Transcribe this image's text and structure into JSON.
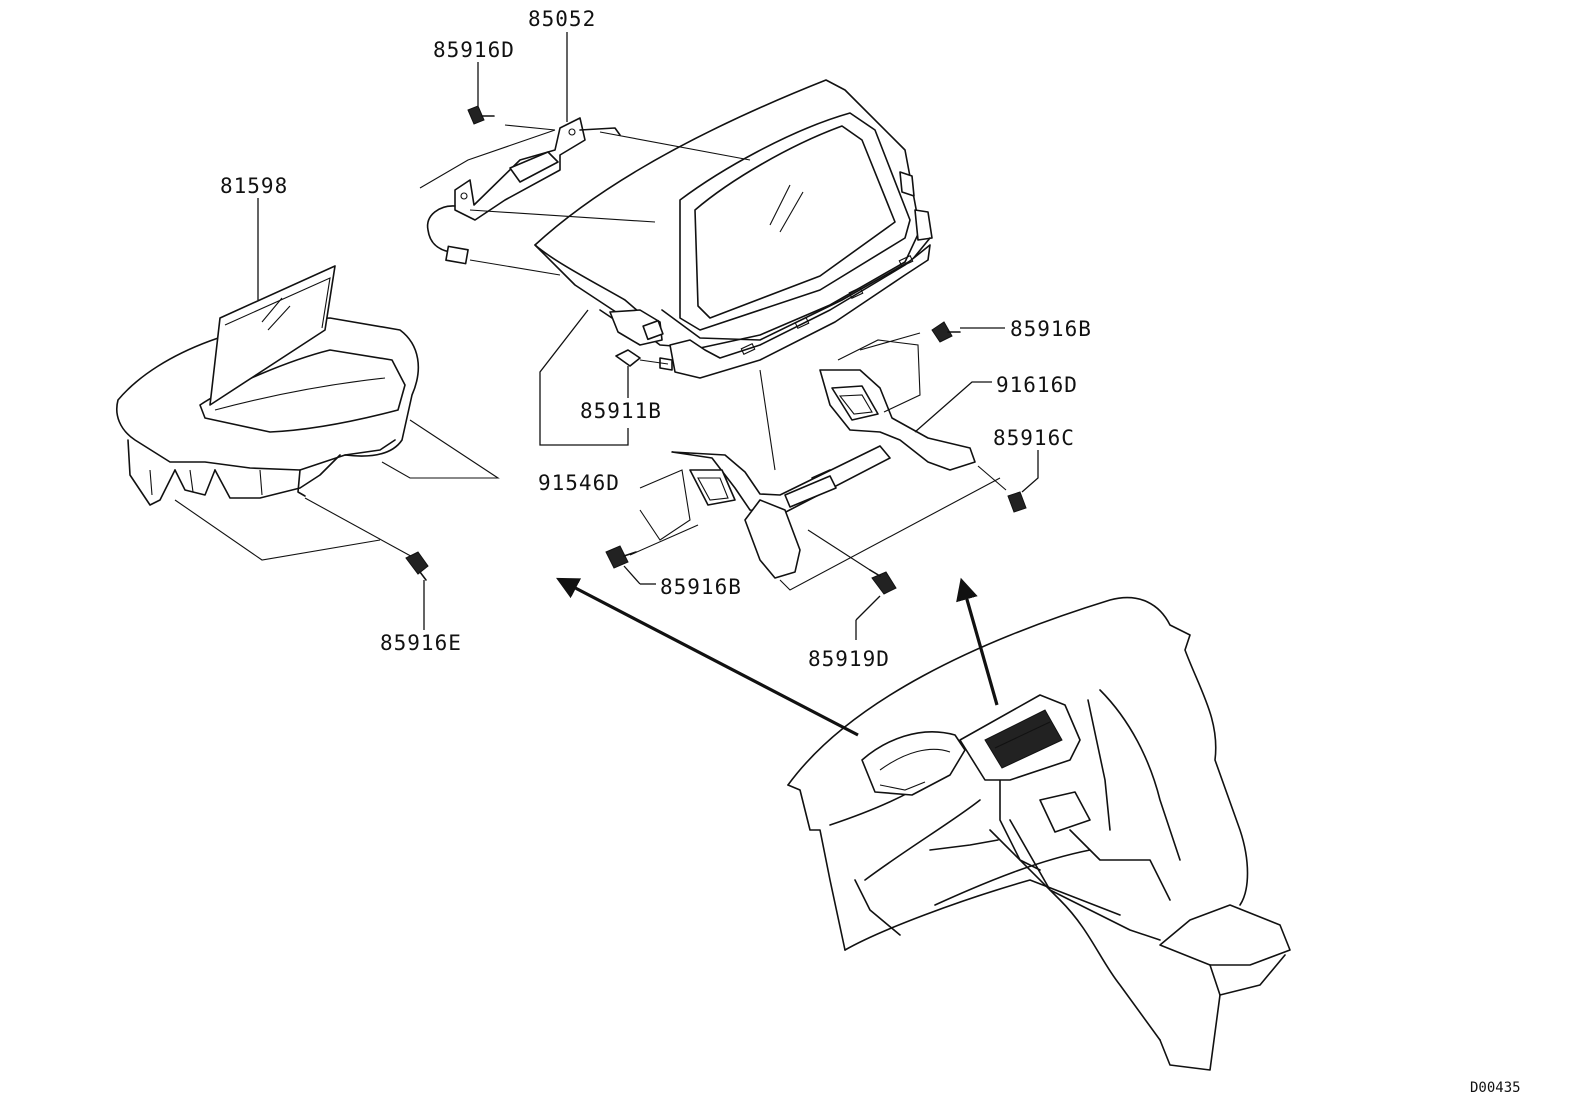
{
  "labels": {
    "p85052": "85052",
    "p85916D": "85916D",
    "p81598": "81598",
    "p85916B_top": "85916B",
    "p91616D": "91616D",
    "p85916C": "85916C",
    "p85911B": "85911B",
    "p91546D": "91546D",
    "p85916B_bottom": "85916B",
    "p85916E": "85916E",
    "p85919D": "85919D",
    "drawing_code": "D00435"
  },
  "colors": {
    "line": "#111111",
    "background": "#ffffff"
  }
}
